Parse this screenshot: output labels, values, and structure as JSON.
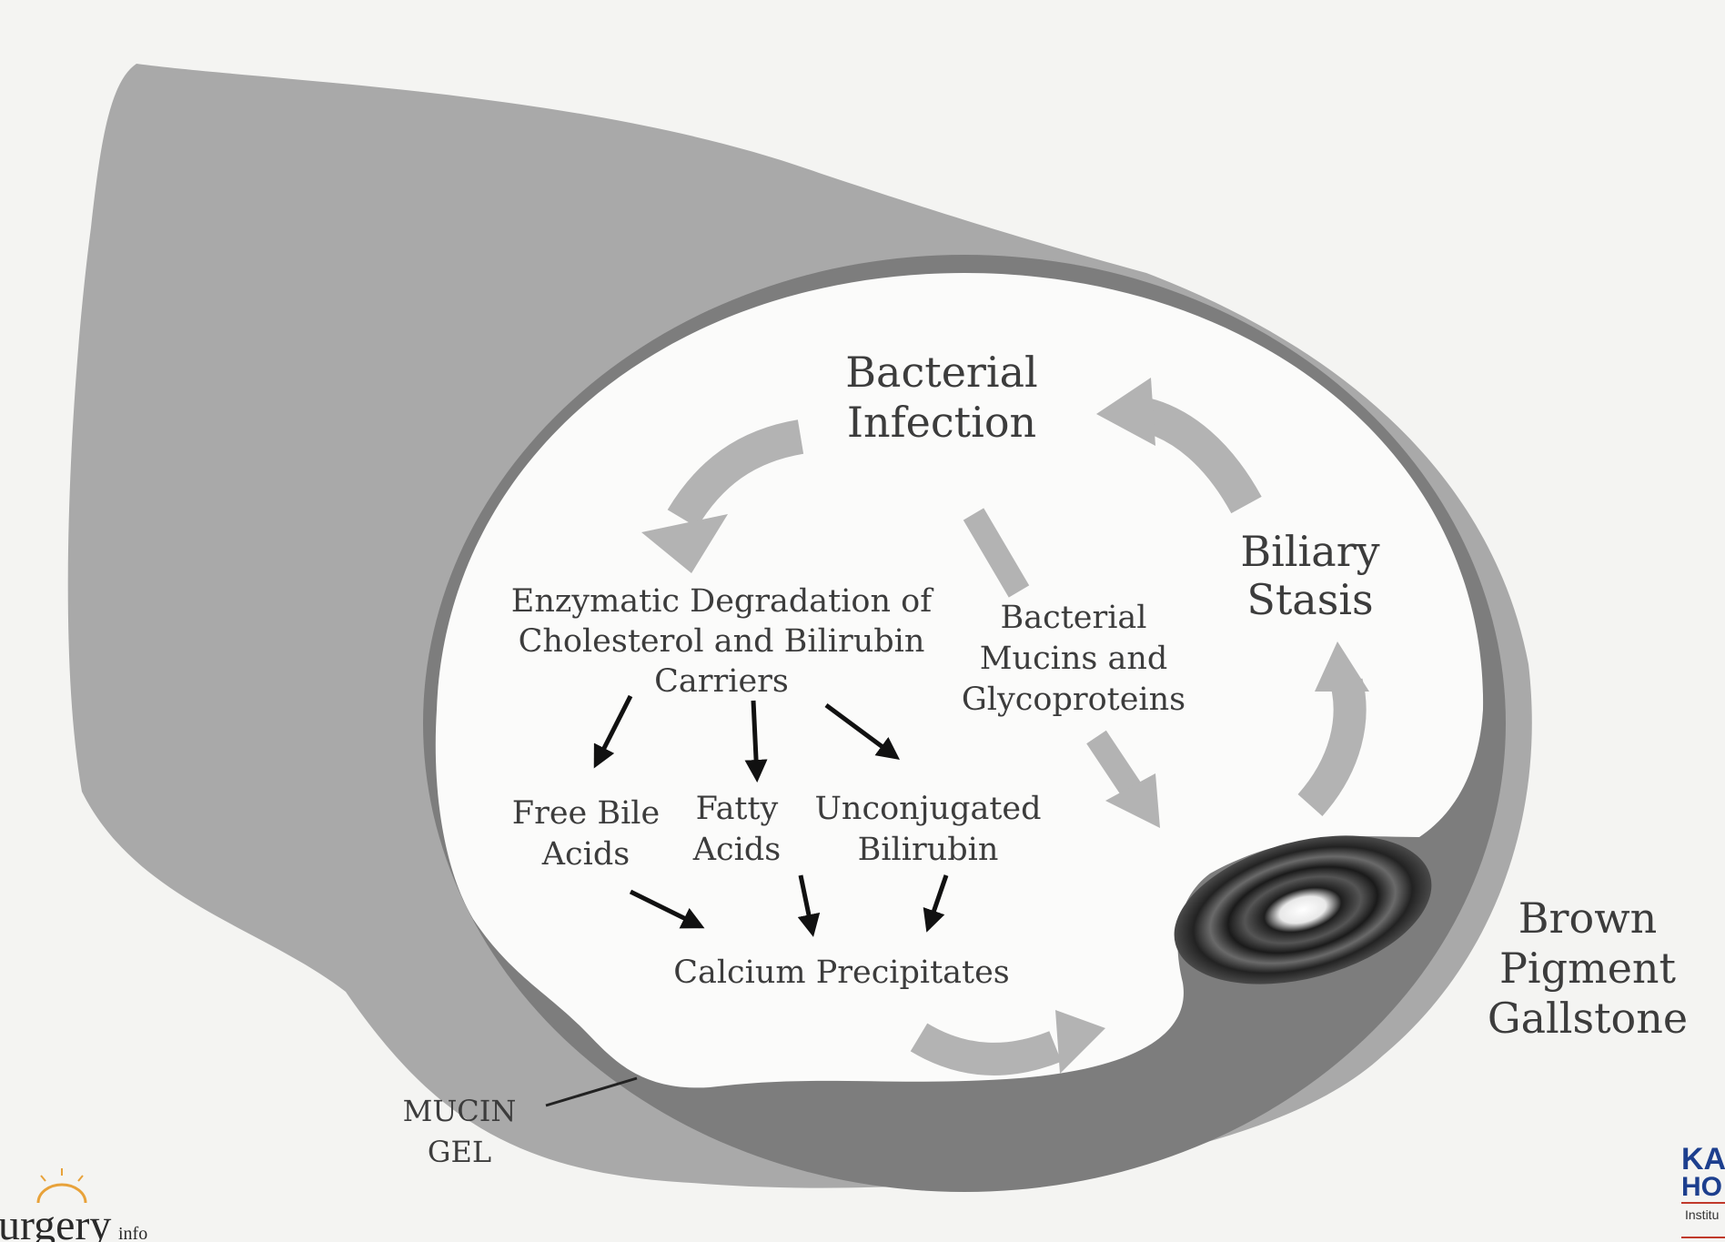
{
  "labels": {
    "bacterial_infection": [
      "Bacterial",
      "Infection"
    ],
    "biliary_stasis": [
      "Biliary",
      "Stasis"
    ],
    "enzymatic": [
      "Enzymatic Degradation of",
      "Cholesterol and Bilirubin",
      "Carriers"
    ],
    "bacterial_mucins": [
      "Bacterial",
      "Mucins and",
      "Glycoproteins"
    ],
    "free_bile_acids": [
      "Free Bile",
      "Acids"
    ],
    "fatty_acids": [
      "Fatty",
      "Acids"
    ],
    "unconjugated_bilirubin": [
      "Unconjugated",
      "Bilirubin"
    ],
    "calcium_precipitates": "Calcium Precipitates",
    "brown_pigment_gallstone": [
      "Brown",
      "Pigment",
      "Gallstone"
    ],
    "mucin_gel": [
      "MUCIN",
      "GEL"
    ]
  },
  "watermarks": {
    "left_logo_text": "urgery",
    "left_logo_suffix": "info",
    "right_logo_line1": "KA",
    "right_logo_line2": "HO",
    "right_logo_line3": "Institu"
  },
  "colors": {
    "background": "#f4f4f2",
    "duct_outer": "#a9a9a9",
    "duct_wall": "#7d7d7d",
    "mucin_gel": "#8f8f8f",
    "cycle_arrow": "#b3b3b3",
    "black_arrow": "#111111",
    "text": "#3c3c3c"
  }
}
